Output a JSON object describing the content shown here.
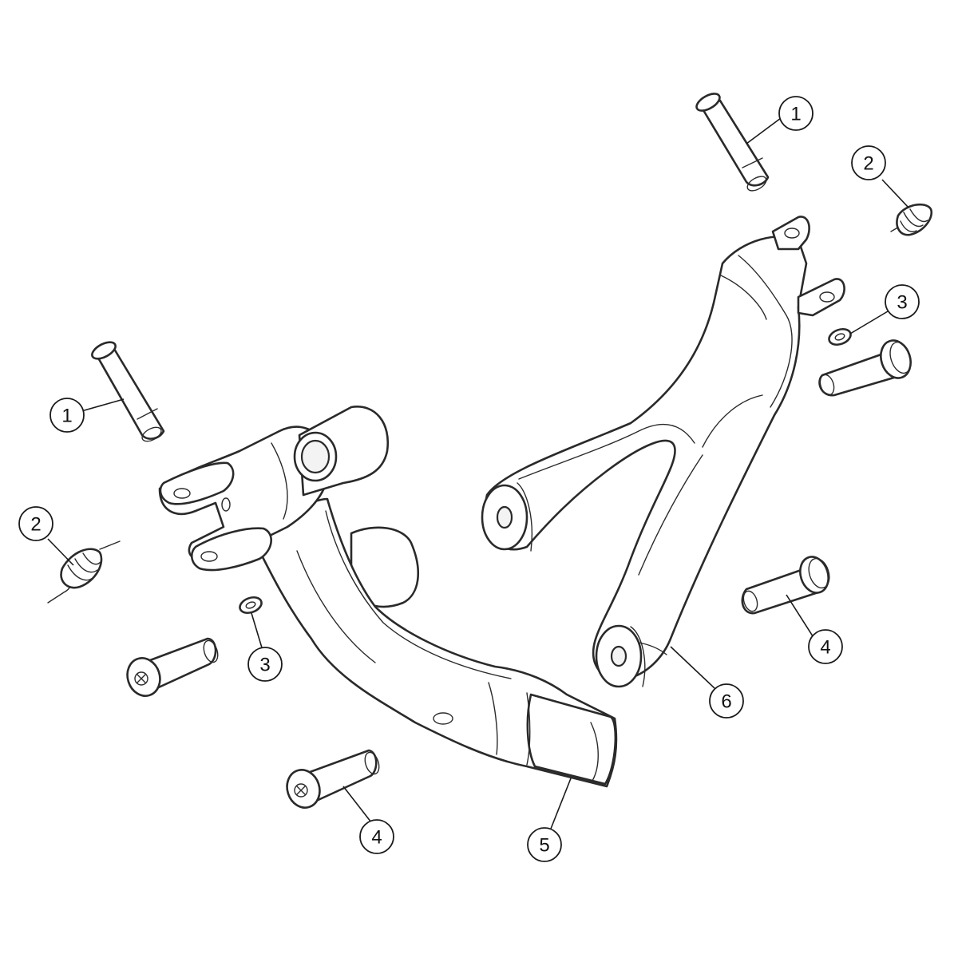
{
  "diagram": {
    "callouts": [
      {
        "id": "c1a",
        "label": "1"
      },
      {
        "id": "c1b",
        "label": "1"
      },
      {
        "id": "c2a",
        "label": "2"
      },
      {
        "id": "c2b",
        "label": "2"
      },
      {
        "id": "c3a",
        "label": "3"
      },
      {
        "id": "c3b",
        "label": "3"
      },
      {
        "id": "c4a",
        "label": "4"
      },
      {
        "id": "c4b",
        "label": "4"
      },
      {
        "id": "c5",
        "label": "5"
      },
      {
        "id": "c6",
        "label": "6"
      }
    ],
    "colors": {
      "line": "#2a2a2a",
      "background": "#ffffff"
    }
  }
}
